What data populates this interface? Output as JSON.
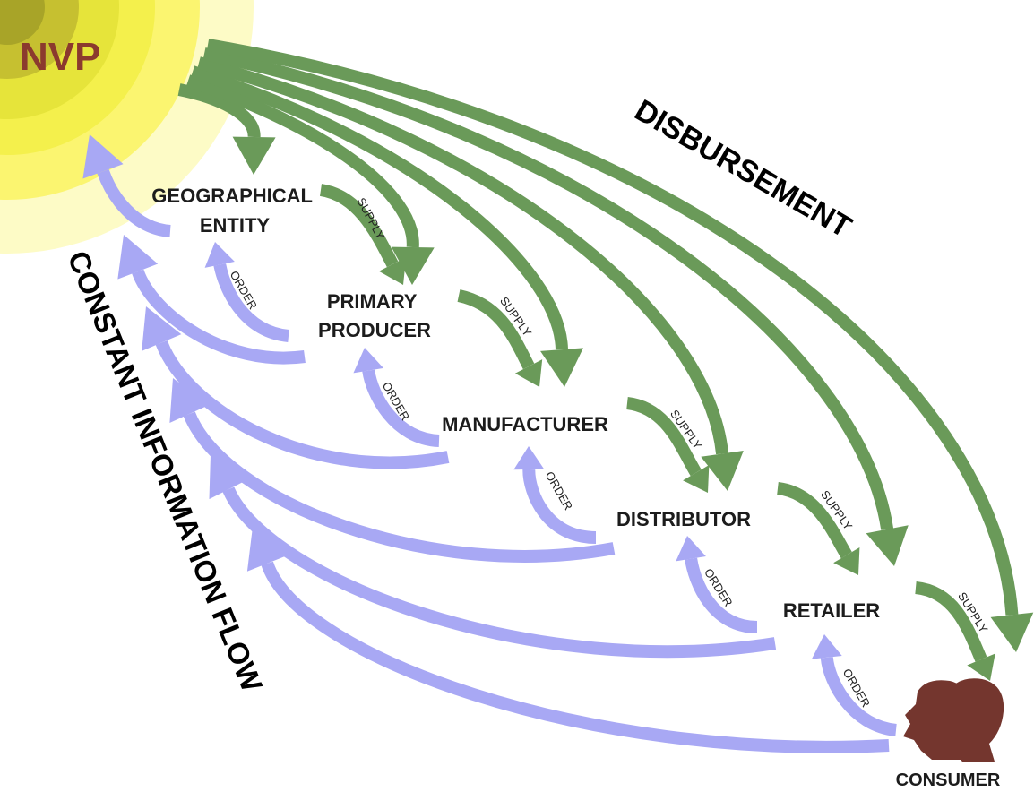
{
  "source": {
    "label": "NVP"
  },
  "nodes": [
    {
      "id": "geographical-entity",
      "lines": [
        "GEOGRAPHICAL",
        "ENTITY"
      ]
    },
    {
      "id": "primary-producer",
      "lines": [
        "PRIMARY",
        "PRODUCER"
      ]
    },
    {
      "id": "manufacturer",
      "lines": [
        "MANUFACTURER"
      ]
    },
    {
      "id": "distributor",
      "lines": [
        "DISTRIBUTOR"
      ]
    },
    {
      "id": "retailer",
      "lines": [
        "RETAILER"
      ]
    },
    {
      "id": "consumer",
      "lines": [
        "CONSUMER"
      ]
    }
  ],
  "flow_labels": {
    "supply": "SUPPLY",
    "order": "ORDER"
  },
  "side_labels": {
    "disbursement": "DISBURSEMENT",
    "information": "CONSTANT INFORMATION FLOW"
  },
  "colors": {
    "green": "#6a9a59",
    "purple": "#a8a8f4",
    "sun_outer": "#fdfbc6",
    "sun_mid": "#fbf570",
    "sun_inner": "#e6e43a",
    "sun_core": "#c6c030",
    "consumer_icon": "#74362e"
  },
  "icons": {
    "consumer": "people-silhouette-icon"
  }
}
